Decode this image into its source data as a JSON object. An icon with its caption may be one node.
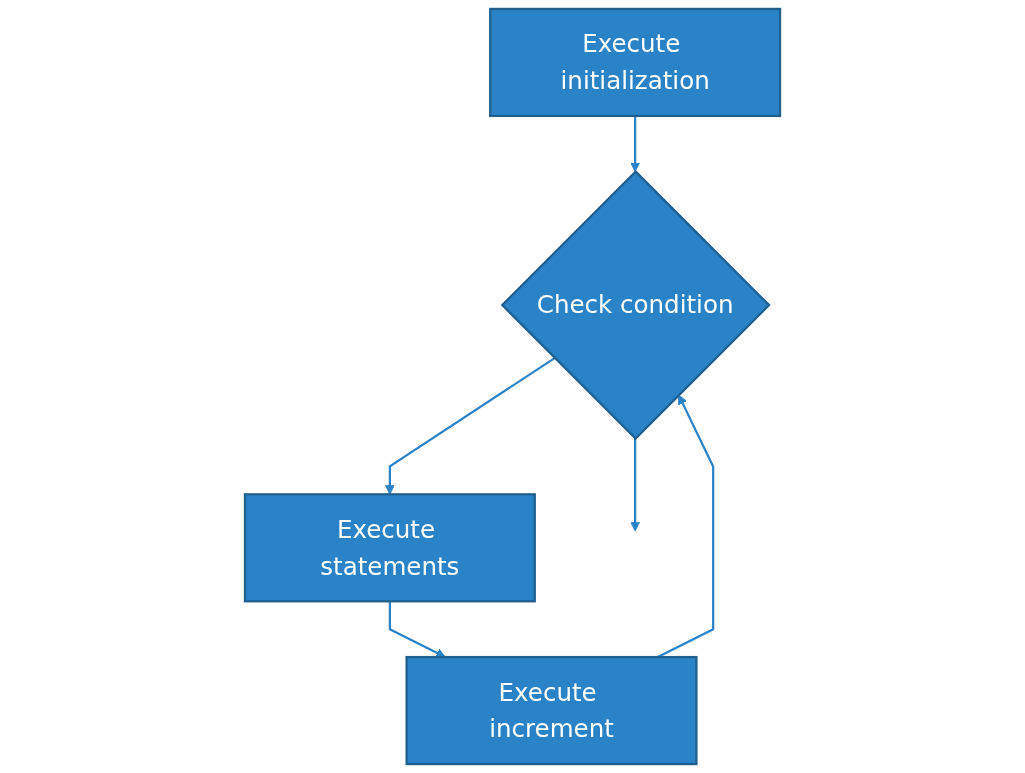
{
  "diagram": {
    "nodes": [
      {
        "text": [
          "Execute initialization"
        ]
      },
      {
        "text": [
          "Check condition"
        ]
      },
      {
        "text": [
          "Execute statements"
        ]
      },
      {
        "text": [
          "Execute increment"
        ]
      }
    ],
    "edges": [
      {
        "from": 0,
        "to": 1,
        "arrow": "to"
      },
      {
        "from": 1,
        "to": 2,
        "arrow": "to"
      },
      {
        "from": 2,
        "to": 3,
        "arrow": "to"
      },
      {
        "from": 3,
        "to": 1,
        "arrow": "to"
      },
      {
        "from": 1,
        "to": null,
        "arrow": "to"
      }
    ]
  }
}
